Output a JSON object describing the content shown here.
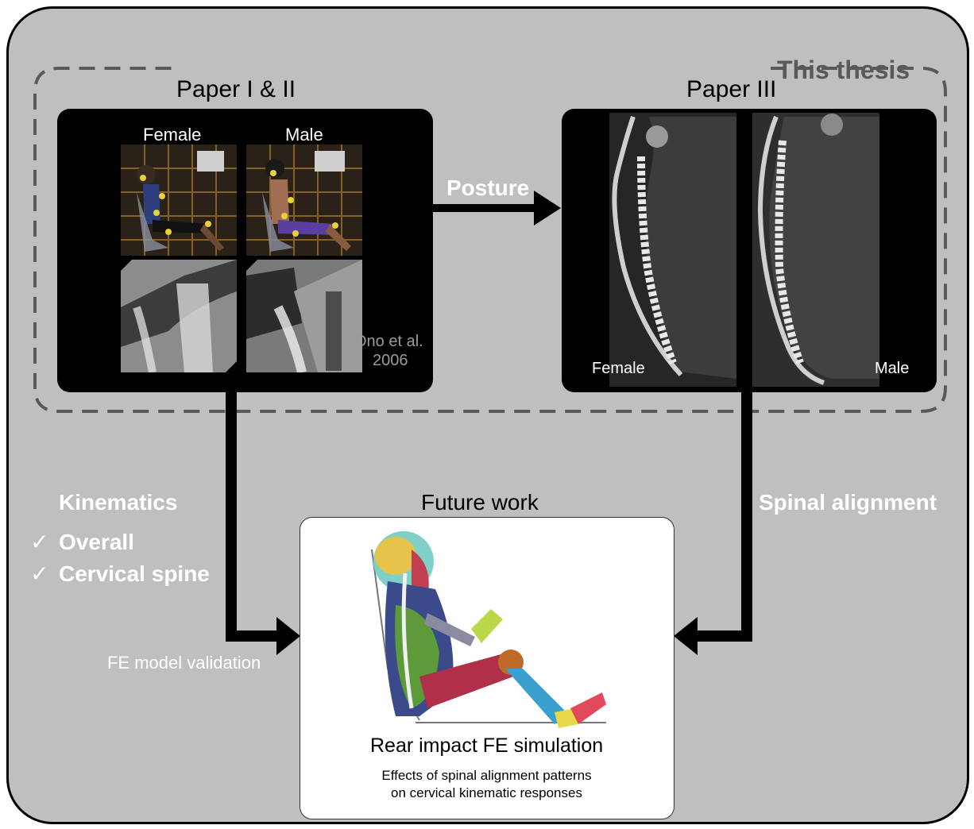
{
  "thesis_label": "This thesis",
  "paper12": {
    "title": "Paper I & II",
    "female_label": "Female",
    "male_label": "Male",
    "citation_line1": "Ono et al.",
    "citation_line2": "2006"
  },
  "paper3": {
    "title": "Paper III",
    "female_label": "Female",
    "male_label": "Male"
  },
  "arrow_posture_label": "Posture",
  "kinematics": {
    "heading": "Kinematics",
    "check_symbol": "✓",
    "items": [
      "Overall",
      "Cervical spine"
    ]
  },
  "validation_label": "FE model validation",
  "spinal_alignment_label": "Spinal alignment",
  "future_work": {
    "title": "Future work",
    "simulation_title": "Rear impact FE simulation",
    "description_line1": "Effects of spinal alignment patterns",
    "description_line2": "on cervical kinematic responses"
  },
  "colors": {
    "background": "#bfbfbf",
    "panel_dark": "#000000",
    "dashed_border": "#595959",
    "thesis_label": "#595959"
  }
}
